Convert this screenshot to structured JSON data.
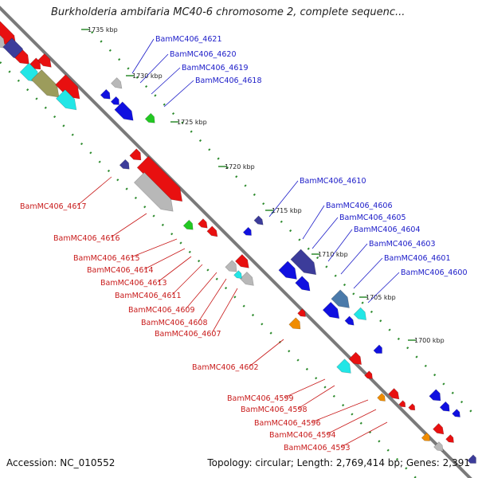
{
  "title": "Burkholderia ambifaria MC40-6 chromosome 2, complete sequenc...",
  "footer": {
    "accession": "Accession: NC_010552",
    "topology": "Topology: circular; Length: 2,769,414 bp; Genes: 2,391"
  },
  "kbp_ticks": [
    "1735 kbp",
    "1730 kbp",
    "1725 kbp",
    "1720 kbp",
    "1715 kbp",
    "1710 kbp",
    "1705 kbp",
    "1700 kbp"
  ],
  "plus_gene_labels": [
    "BamMC406_4621",
    "BamMC406_4620",
    "BamMC406_4619",
    "BamMC406_4618",
    "BamMC406_4610",
    "BamMC406_4606",
    "BamMC406_4605",
    "BamMC406_4604",
    "BamMC406_4603",
    "BamMC406_4601",
    "BamMC406_4600"
  ],
  "minus_gene_labels": [
    "BamMC406_4617",
    "BamMC406_4616",
    "BamMC406_4615",
    "BamMC406_4614",
    "BamMC406_4613",
    "BamMC406_4611",
    "BamMC406_4609",
    "BamMC406_4608",
    "BamMC406_4607",
    "BamMC406_4602",
    "BamMC406_4599",
    "BamMC406_4598",
    "BamMC406_4596",
    "BamMC406_4594",
    "BamMC406_4593"
  ],
  "colors": {
    "backbone": "#7a7a7a",
    "tick_green": "#2e8b2e",
    "plus_label": "#1a1ac8",
    "minus_label": "#c81a1a",
    "gene_red": "#e81010",
    "gene_blue": "#1010e0",
    "gene_navy": "#3c3c9a",
    "gene_cyan": "#22e6e6",
    "gene_gray": "#b8b8b8",
    "gene_green": "#22c822",
    "gene_orange": "#f08c00",
    "gene_olive": "#9c9c5c",
    "gene_steel": "#4a7aaa"
  }
}
